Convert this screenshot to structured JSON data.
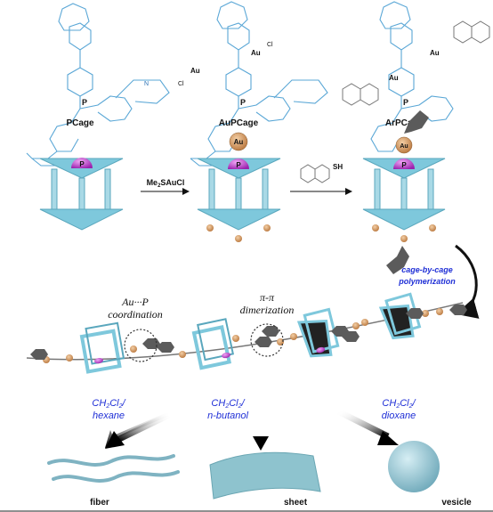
{
  "top_labels": {
    "pcage": "PCage",
    "aupcage": "AuPCage",
    "arpcage": "ArPCage"
  },
  "atoms": {
    "p": "P",
    "au": "Au",
    "cl": "Cl",
    "n": "N",
    "s": "S",
    "sh": "SH"
  },
  "reagent": {
    "main": "Me",
    "sub": "2",
    "rest": "SAuCl"
  },
  "polymerization": {
    "line1": "cage-by-cage",
    "line2": "polymerization"
  },
  "interactions": {
    "aup_line1": "Au···P",
    "aup_line2": "coordination",
    "pipi_line1": "π-π",
    "pipi_line2": "dimerization"
  },
  "solvents": [
    {
      "main": "CH",
      "s1": "2",
      "mid": "Cl",
      "s2": "2",
      "slash": "/",
      "second": "hexane"
    },
    {
      "main": "CH",
      "s1": "2",
      "mid": "Cl",
      "s2": "2",
      "slash": "/",
      "second": "n-butanol"
    },
    {
      "main": "CH",
      "s1": "2",
      "mid": "Cl",
      "s2": "2",
      "slash": "/",
      "second": "dioxane"
    }
  ],
  "morphologies": {
    "fiber": "fiber",
    "sheet": "sheet",
    "vesicle": "vesicle"
  },
  "colors": {
    "cage": "#7ec8dc",
    "cage_dark": "#5aa7bd",
    "phosphorus": "#c13fd0",
    "gold": "#d8a06a",
    "aryl": "#5b5b5b",
    "text_blue": "#1f2fd6"
  }
}
